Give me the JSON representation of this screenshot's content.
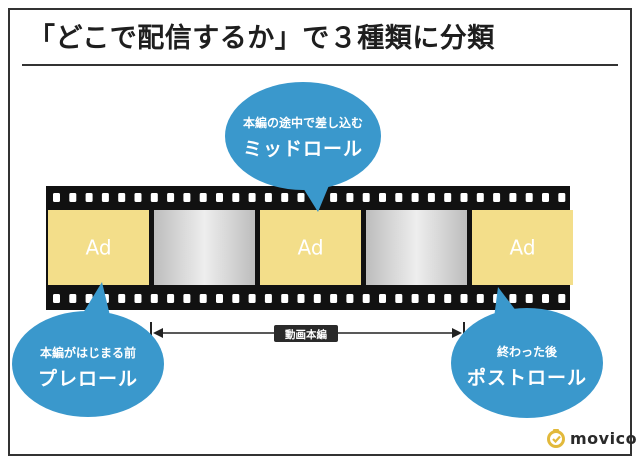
{
  "title": "「どこで配信するか」で３種類に分類",
  "film": {
    "frames": [
      {
        "label": "Ad",
        "kind": "ad"
      },
      {
        "label": "",
        "kind": "content"
      },
      {
        "label": "Ad",
        "kind": "ad"
      },
      {
        "label": "",
        "kind": "content"
      },
      {
        "label": "Ad",
        "kind": "ad"
      }
    ],
    "ad_color": "#f3de8a",
    "film_color": "#111111"
  },
  "span_label": "動画本編",
  "bubbles": {
    "mid": {
      "sub": "本編の途中で差し込む",
      "main": "ミッドロール"
    },
    "pre": {
      "sub": "本編がはじまる前",
      "main": "プレロール"
    },
    "post": {
      "sub": "終わった後",
      "main": "ポストロール"
    },
    "color": "#3a98cc"
  },
  "logo": {
    "text": "movico",
    "icon": "movico-logo-icon",
    "color": "#e2b93b"
  }
}
